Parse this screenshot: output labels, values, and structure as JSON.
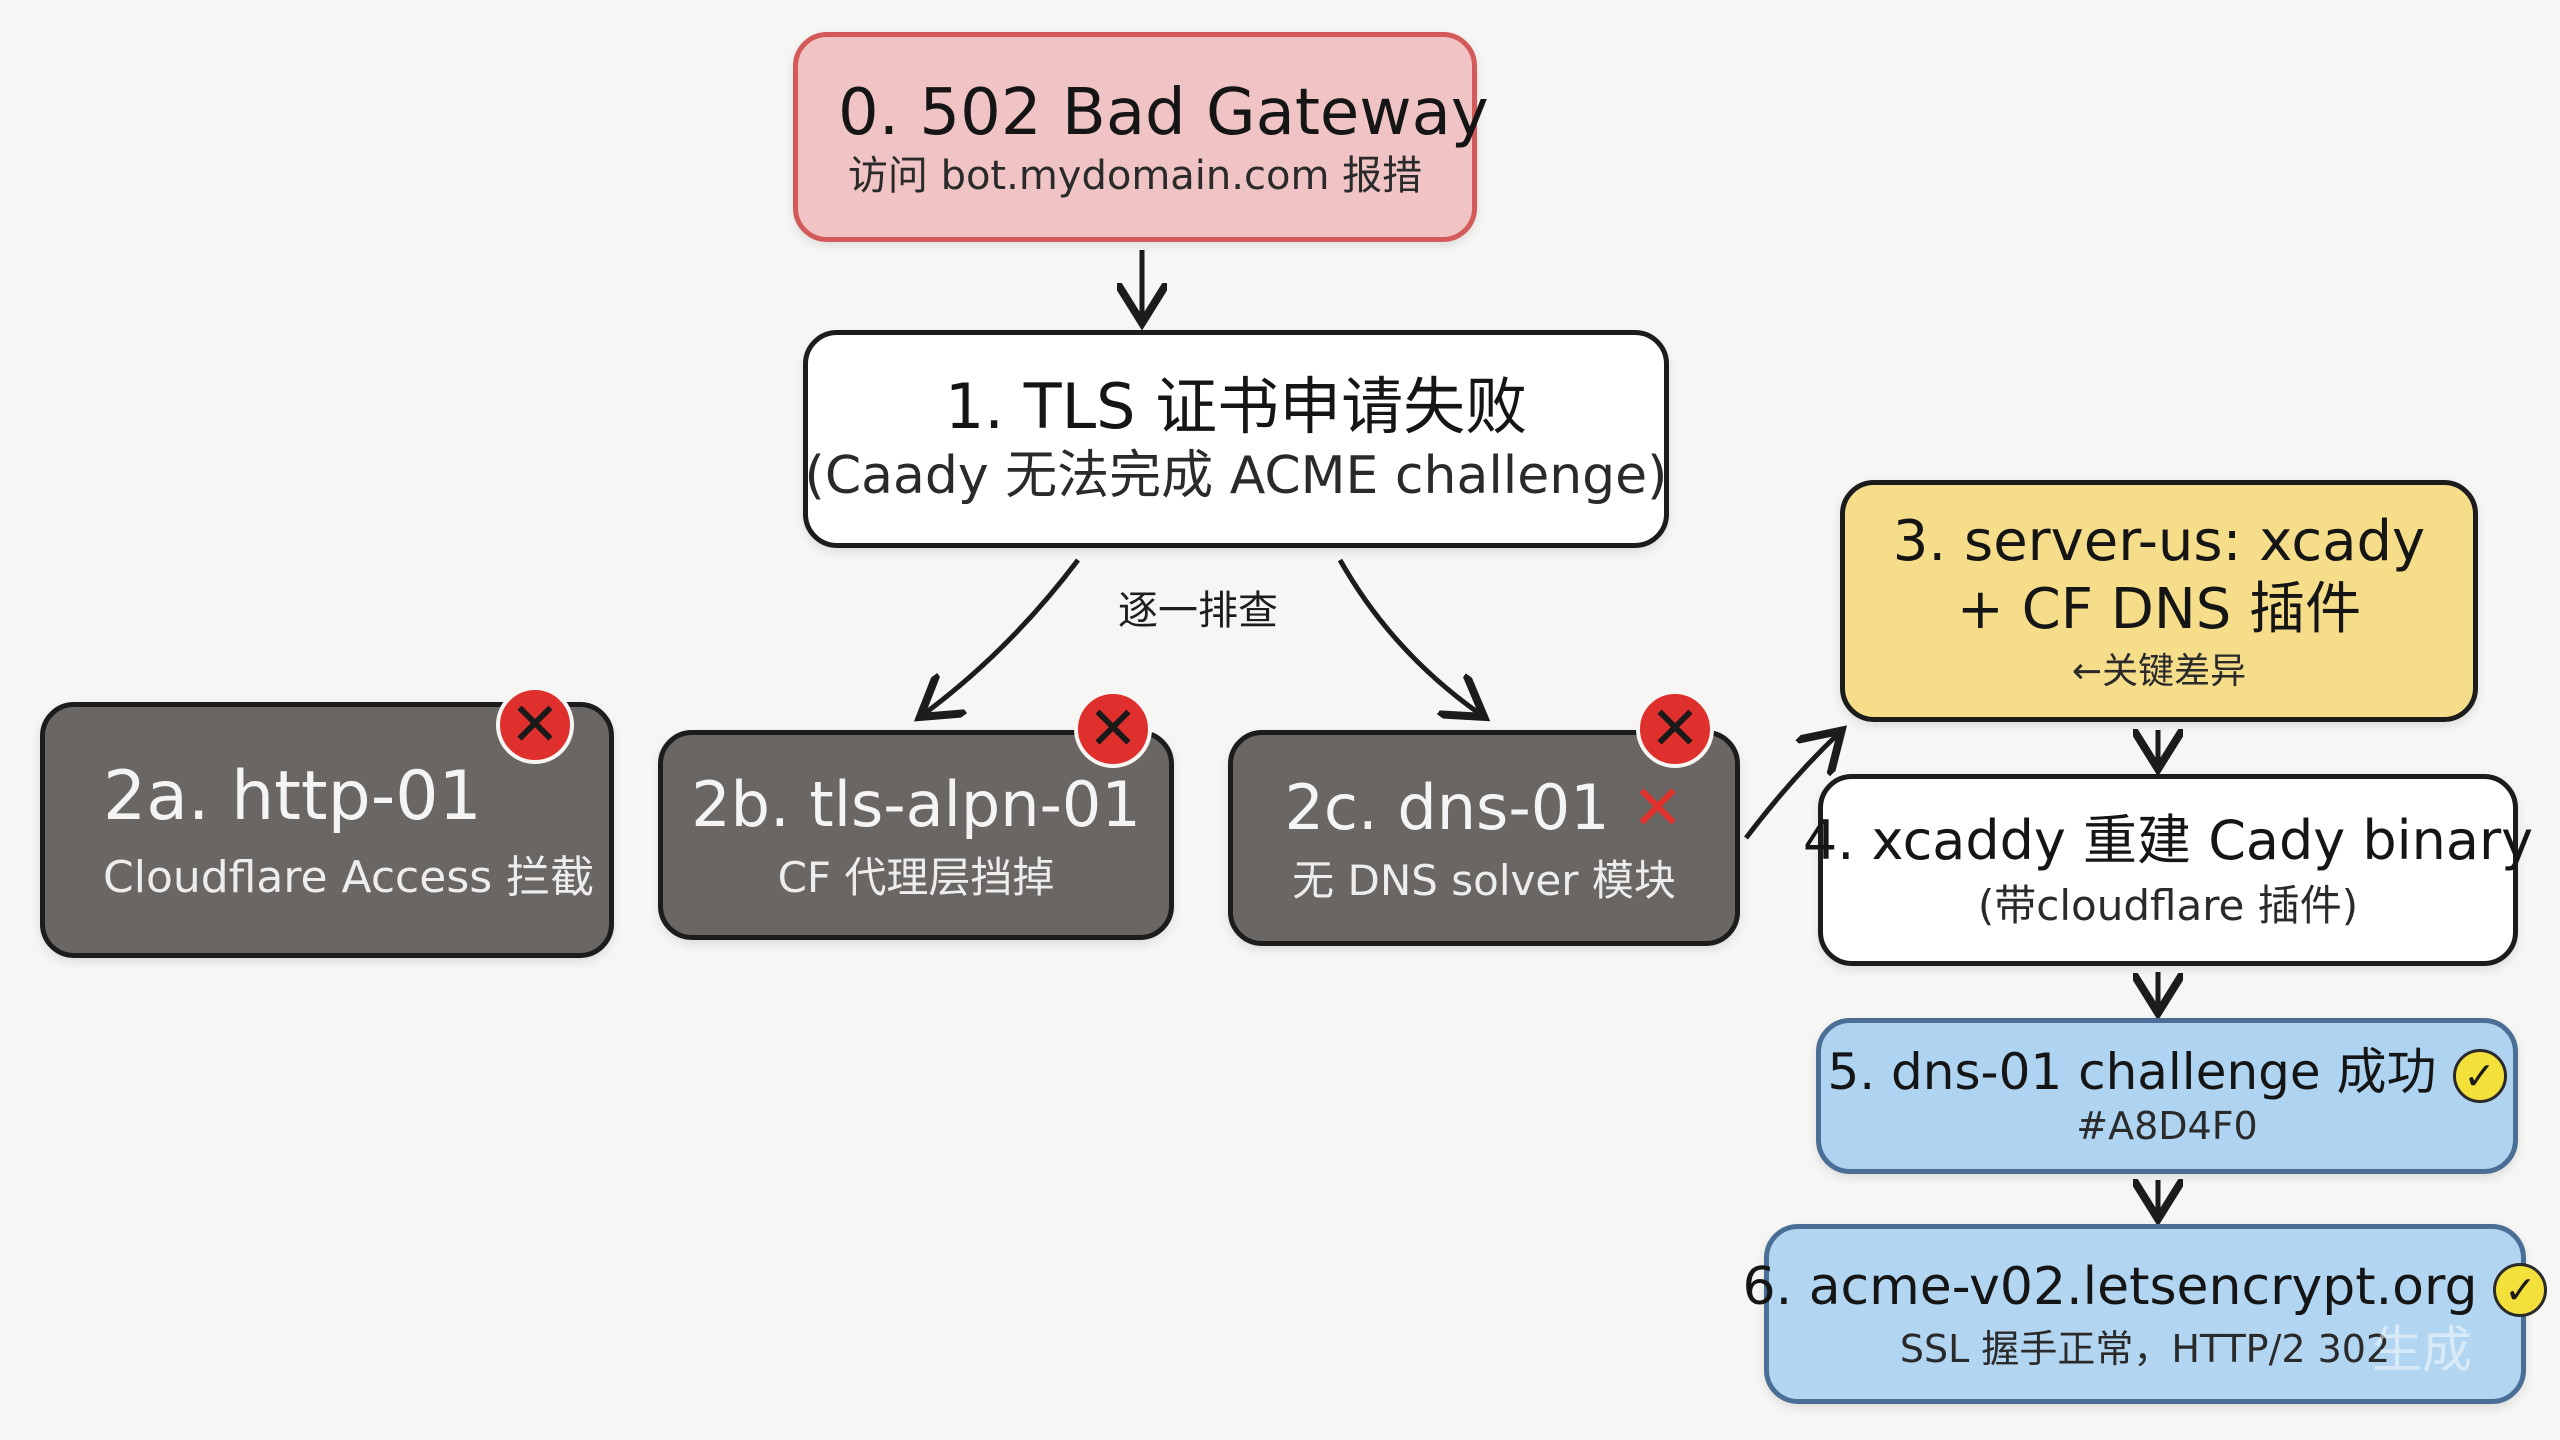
{
  "diagram": {
    "nodes": {
      "n0": {
        "title": "0. 502 Bad Gateway",
        "subtitle": "访问 bot.mydomain.com 报措"
      },
      "n1": {
        "title": "1. TLS 证书申请失败",
        "subtitle": "(Caady 无法完成 ACME challenge)"
      },
      "n2a": {
        "title": "2a. http-01",
        "subtitle": "Cloudflare Access 拦截",
        "status": "failed"
      },
      "n2b": {
        "title": "2b. tls-alpn-01",
        "subtitle": "CF 代理层挡掉",
        "status": "failed"
      },
      "n2c": {
        "title": "2c. dns-01",
        "title_mark": "✕",
        "subtitle": "无 DNS solver 模块",
        "status": "failed"
      },
      "n3": {
        "title_line1": "3. server-us: xcady",
        "title_line2": "+ CF DNS 插件",
        "note": "←关键差异"
      },
      "n4": {
        "title": "4. xcaddy 重建 Cady binary",
        "subtitle": "(带cloudflare 插件)"
      },
      "n5": {
        "title": "5. dns-01 challenge 成功",
        "subtitle": "#A8D4F0",
        "status": "success"
      },
      "n6": {
        "title": "6. acme-v02.letsencrypt.org",
        "subtitle": "SSL 握手正常，HTTP/2 302",
        "status": "success"
      }
    },
    "edge_label": "逐一排查",
    "watermark": "生成"
  },
  "colors": {
    "error_box": "#f0c4c4",
    "error_border": "#d45a5a",
    "failed_box": "#6a6663",
    "key_box": "#f5dd8a",
    "success_box": "#aed4f1",
    "success_border": "#4a6e96",
    "fail_mark": "#e0302e",
    "check_mark": "#f3e03a"
  },
  "icons": {
    "fail": "x-mark-icon",
    "success": "check-mark-icon"
  }
}
